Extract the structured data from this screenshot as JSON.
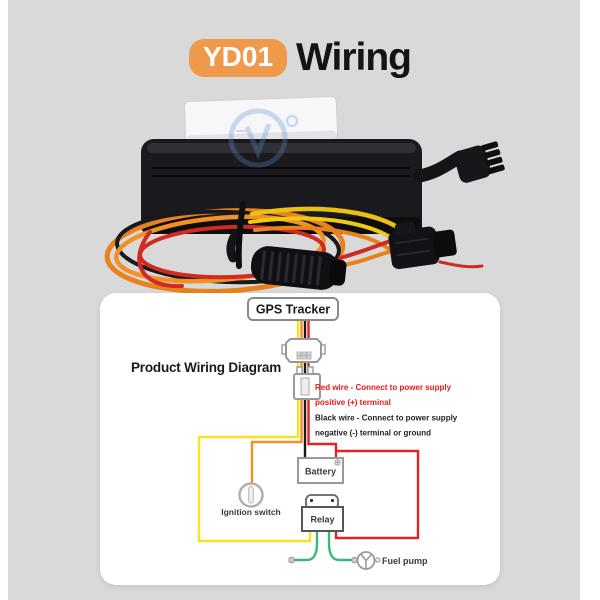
{
  "header": {
    "badge": "YD01",
    "title": "Wiring"
  },
  "photo": {
    "description": "Black GPS tracker device with white adhesive pad on top, faint blue circular logo watermark, black pigtail 4-pin connector at upper right, coiled harness of red, orange, yellow and black wires, inline black fuse holder and a black 2-pin power connector"
  },
  "diagram": {
    "title": "Product Wiring Diagram",
    "tracker_label": "GPS Tracker",
    "red_note_line1": "Red wire - Connect to power supply",
    "red_note_line2": "positive (+) terminal",
    "black_note_line1": "Black wire - Connect to power supply",
    "black_note_line2": "negative (-) terminal or ground",
    "battery_label": "Battery",
    "relay_label": "Relay",
    "ignition_label": "Ignition switch",
    "fuel_pump_label": "Fuel pump"
  },
  "colors": {
    "page_background": "#FFFFFF",
    "panel_background": "#D9D9D9",
    "diagram_background": "#FFFFFF",
    "badge_orange": "#EF9A4B",
    "title_black": "#141414",
    "note_red": "#EE1515",
    "note_black": "#222222",
    "wire_yellow": "#F6E51E",
    "wire_orange": "#F0922B",
    "wire_red": "#E02424",
    "wire_black": "#1A1A1A",
    "wire_green": "#3CB878",
    "outline_gray": "#999999"
  }
}
